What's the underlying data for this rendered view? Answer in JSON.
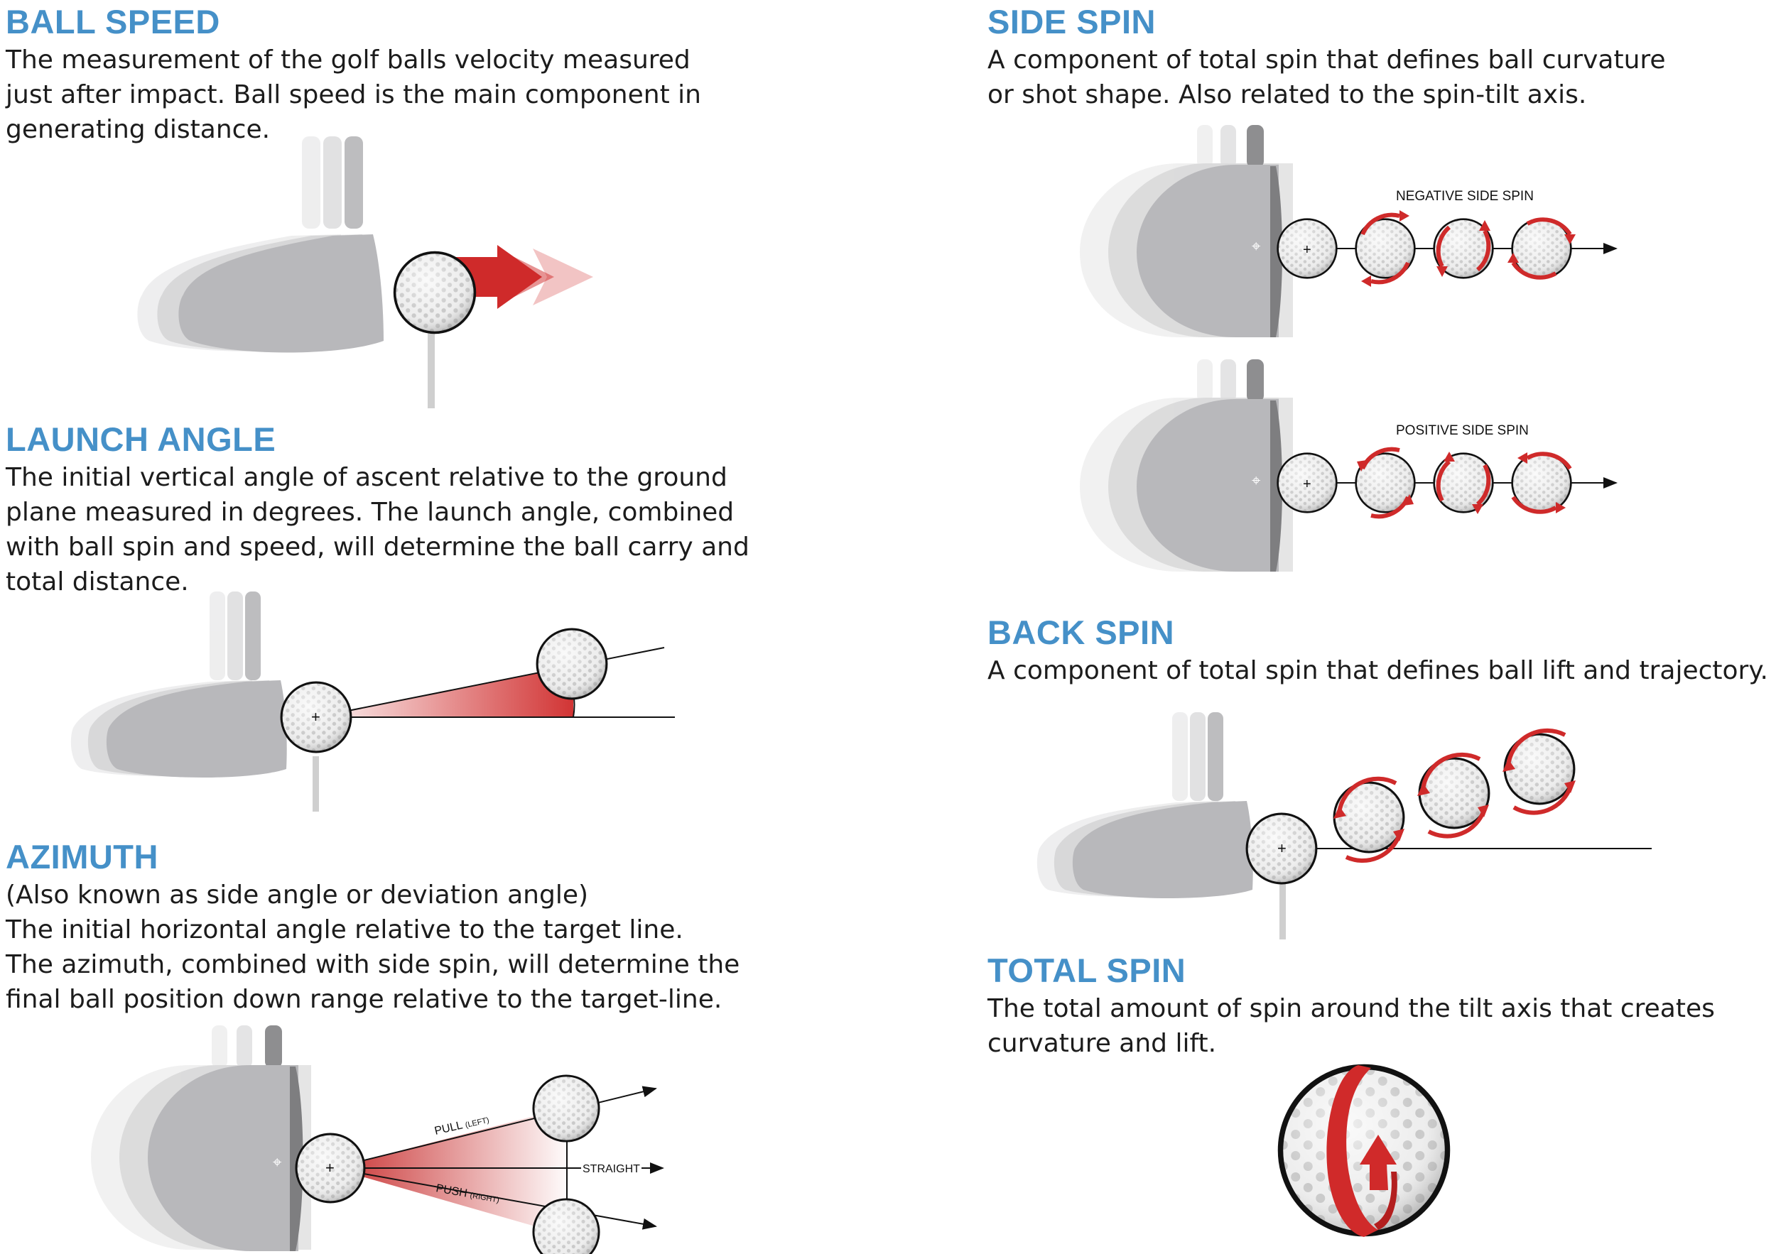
{
  "sections": {
    "ball_speed": {
      "title": "BALL SPEED",
      "lines": [
        "The measurement of the golf balls velocity measured",
        "just after impact. Ball speed is the main component in",
        "generating distance."
      ]
    },
    "launch_angle": {
      "title": "LAUNCH ANGLE",
      "lines": [
        "The initial vertical angle of ascent relative to the ground",
        "plane measured in degrees. The launch angle, combined",
        "with ball spin and speed, will determine the ball carry and",
        "total distance."
      ]
    },
    "azimuth": {
      "title": "AZIMUTH",
      "lines": [
        "(Also known as side angle or deviation angle)",
        "The initial horizontal angle relative to the target line.",
        "The azimuth, combined with side spin, will determine the",
        "final ball position down range relative to the target-line."
      ],
      "labels": {
        "pull": "PULL",
        "pull_sub": "(LEFT)",
        "straight": "STRAIGHT",
        "push": "PUSH",
        "push_sub": "(RIGHT)"
      }
    },
    "side_spin": {
      "title": "SIDE SPIN",
      "lines": [
        "A component of total spin that defines ball curvature",
        "or shot shape.  Also related to the spin-tilt axis."
      ],
      "labels": {
        "negative": "NEGATIVE SIDE SPIN",
        "positive": "POSITIVE SIDE SPIN"
      }
    },
    "back_spin": {
      "title": "BACK SPIN",
      "lines": [
        "A component of total spin that defines ball lift and trajectory."
      ]
    },
    "total_spin": {
      "title": "TOTAL SPIN",
      "lines": [
        "The total amount of spin around the tilt axis that creates",
        "curvature and lift."
      ]
    }
  },
  "colors": {
    "heading": "#4590c8",
    "accent_red": "#cf2a2a",
    "club_gray": "#bdbdbf"
  }
}
